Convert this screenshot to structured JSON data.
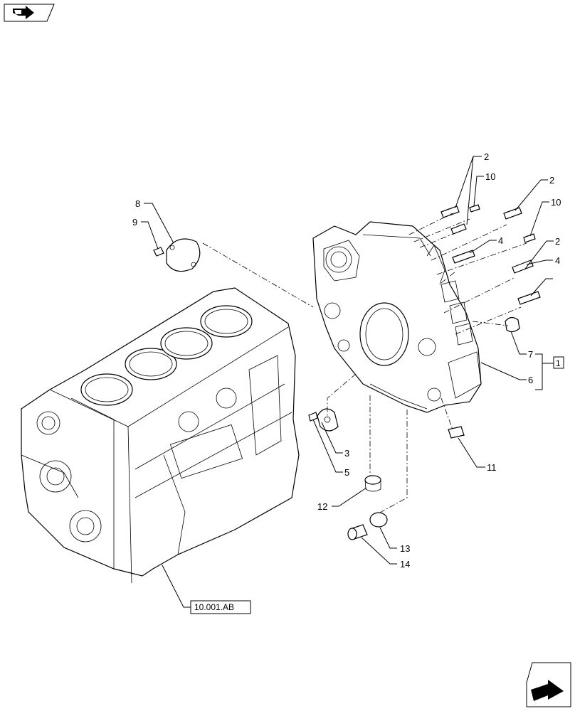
{
  "callouts": [
    {
      "id": "c2a",
      "text": "2"
    },
    {
      "id": "c10a",
      "text": "10"
    },
    {
      "id": "c2b",
      "text": "2"
    },
    {
      "id": "c10b",
      "text": "10"
    },
    {
      "id": "c4a",
      "text": "4"
    },
    {
      "id": "c2c",
      "text": "2"
    },
    {
      "id": "c4b",
      "text": "4"
    },
    {
      "id": "c8",
      "text": "8"
    },
    {
      "id": "c9",
      "text": "9"
    },
    {
      "id": "c7",
      "text": "7"
    },
    {
      "id": "c6",
      "text": "6"
    },
    {
      "id": "c1",
      "text": "1"
    },
    {
      "id": "c3",
      "text": "3"
    },
    {
      "id": "c5",
      "text": "5"
    },
    {
      "id": "c11",
      "text": "11"
    },
    {
      "id": "c12",
      "text": "12"
    },
    {
      "id": "c13",
      "text": "13"
    },
    {
      "id": "c14",
      "text": "14"
    }
  ],
  "reference": "10.001.AB",
  "icons": {
    "top_left": "previous-page-arrow-icon",
    "bottom_right": "next-page-arrow-icon"
  }
}
